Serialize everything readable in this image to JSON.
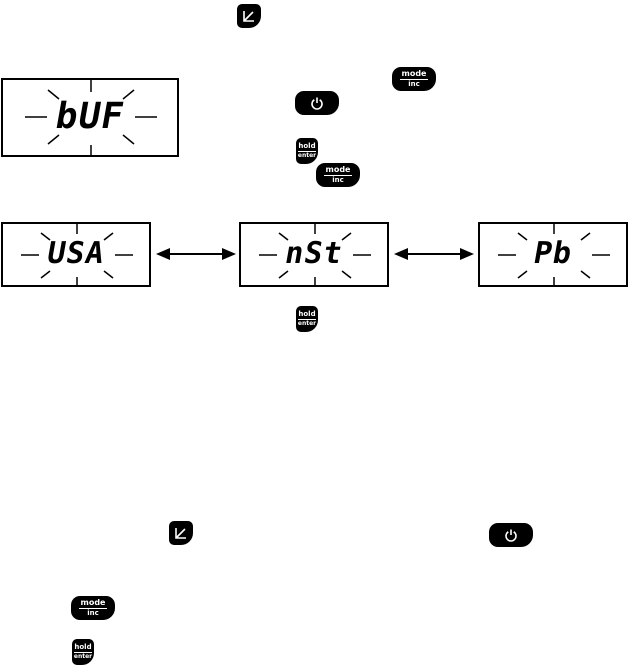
{
  "buttons": {
    "mode_top": "mode",
    "mode_bottom": "inc",
    "hold_top": "hold",
    "hold_bottom": "enter"
  },
  "displays": {
    "main": "bUF",
    "option_1": "USA",
    "option_2": "nSt",
    "option_3": "Pb"
  },
  "icons": {
    "calibrate": "calibrate-icon",
    "power": "power-icon",
    "arrow": "double-arrow-icon"
  }
}
